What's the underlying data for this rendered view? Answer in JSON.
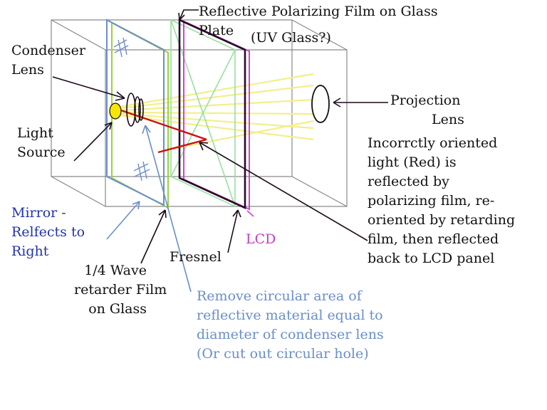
{
  "colors": {
    "box": "#8a8a8a",
    "mirror": "#6b8ec9",
    "retarder_film": "#9ecf3a",
    "fresnel": "#98e0a0",
    "polarizing_film": "#2a0a2a",
    "lcd": "#cc44cc",
    "light_rays": "#f3ee8a",
    "red_light": "#cc1111",
    "light_source": "#f6e600",
    "arrow_dark": "#1a0a1a",
    "arrow_blue": "#6b8ec9",
    "text_dark": "#111111",
    "text_mirror": "#2233aa",
    "text_lcd": "#c040c0",
    "text_note": "#6b8ec9"
  },
  "labels": {
    "polarizing_film": [
      "Reflective Polarizing Film on Glass",
      "Plate",
      "(UV Glass?)"
    ],
    "condenser_lens": [
      "Condenser",
      "Lens"
    ],
    "light_source": [
      "Light",
      "Source"
    ],
    "projection_lens": [
      "Projection",
      "Lens"
    ],
    "red_light_note": [
      "Incorrctly oriented",
      "light (Red) is",
      "reflected by",
      "polarizing film, re-",
      "oriented by retarding",
      "film, then reflected",
      "back to LCD panel"
    ],
    "mirror": [
      "Mirror -",
      "Relfects to",
      "Right"
    ],
    "lcd": "LCD",
    "fresnel": "Fresnel",
    "retarder_film": [
      "1/4 Wave",
      "retarder Film",
      "on Glass"
    ],
    "circular_note": [
      "Remove circular area of",
      "reflective material equal to",
      "diameter of condenser lens",
      "(Or cut out circular hole)"
    ]
  }
}
